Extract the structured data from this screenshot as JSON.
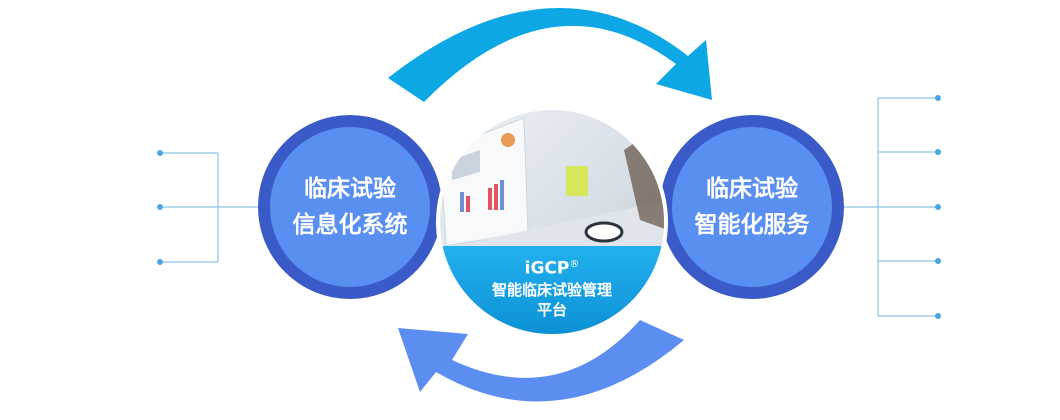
{
  "left_system": {
    "line1": "临床试验",
    "line2": "信息化系统"
  },
  "right_service": {
    "line1": "临床试验",
    "line2": "智能化服务"
  },
  "center_platform": {
    "brand": "iGCP",
    "registered_mark": "®",
    "line1": "智能临床试验管理",
    "line2": "平台"
  },
  "colors": {
    "blue_arrow": "#0ea7e6",
    "periwinkle_arrow": "#5b8ef0",
    "circle_outer": "#3a5bc7",
    "circle_inner": "#5a8ff2",
    "connector": "#8ac4e8"
  }
}
